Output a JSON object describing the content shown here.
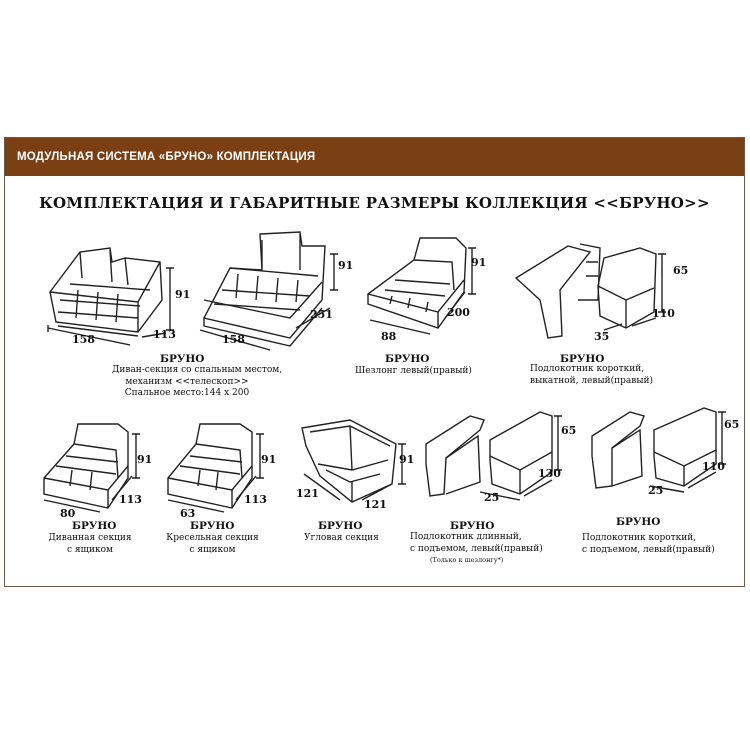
{
  "header": {
    "banner": "МОДУЛЬНАЯ СИСТЕМА «БРУНО» КОМПЛЕКТАЦИЯ"
  },
  "title": "КОМПЛЕКТАЦИЯ И ГАБАРИТНЫЕ РАЗМЕРЫ КОЛЛЕКЦИЯ <<БРУНО>>",
  "colors": {
    "banner": "#7a3f12",
    "line": "#222222"
  },
  "items": [
    {
      "name": "БРУНО",
      "desc": [
        "Диван-секция со спальным местом,",
        "механизм <<телескоп>>",
        "Спальное место:144 x 200"
      ],
      "dims": [
        "91",
        "113",
        "158"
      ]
    },
    {
      "desc": [],
      "dims": [
        "91",
        "251",
        "158"
      ]
    },
    {
      "name": "БРУНО",
      "desc": [
        "Шезлонг левый(правый)"
      ],
      "dims": [
        "91",
        "200",
        "88"
      ]
    },
    {
      "name": "БРУНО",
      "desc": [
        "Подлокотник короткий,",
        "выкатной, левый(правый)"
      ],
      "dims": [
        "65",
        "110",
        "35"
      ]
    },
    {
      "name": "БРУНО",
      "desc": [
        "Диванная секция",
        "с ящиком"
      ],
      "dims": [
        "91",
        "113",
        "80"
      ]
    },
    {
      "name": "БРУНО",
      "desc": [
        "Кресельная секция",
        "с ящиком"
      ],
      "dims": [
        "91",
        "113",
        "63"
      ]
    },
    {
      "name": "БРУНО",
      "desc": [
        "Угловая секция"
      ],
      "dims": [
        "91",
        "121",
        "121"
      ]
    },
    {
      "name": "БРУНО",
      "desc": [
        "Подлокотник длинный,",
        "с подъемом, левый(правый)"
      ],
      "note": "(Только к шезлонгу*)",
      "dims": [
        "65",
        "130",
        "25"
      ]
    },
    {
      "name": "БРУНО",
      "desc": [
        "Подлокотник короткий,",
        "с подъемом, левый(правый)"
      ],
      "dims": [
        "65",
        "110",
        "25"
      ]
    }
  ]
}
